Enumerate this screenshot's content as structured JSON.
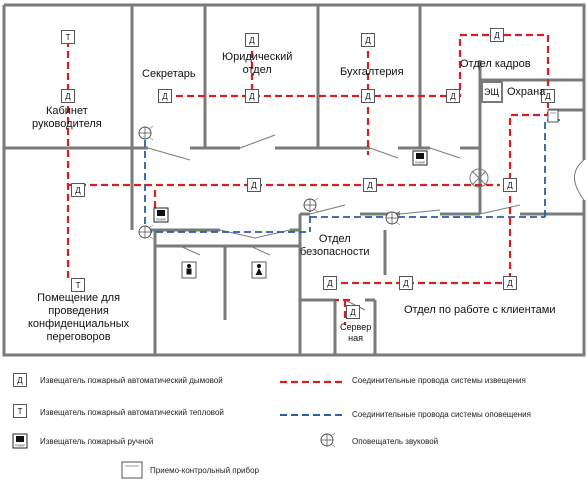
{
  "rooms": {
    "director": "Кабинет\nруководителя",
    "secretary": "Секретарь",
    "legal": "Юридический\nотдел",
    "accounting": "Бухгалтерия",
    "hr": "Отдел кадров",
    "panel": "ЭЩ",
    "guard": "Охрана",
    "security": "Отдел\nбезопасности",
    "confidential": "Помещение для\nпроведения\nконфиденциальных\nпереговоров",
    "clients": "Отдел по работе с клиентами",
    "server": "Сервер\nная"
  },
  "symbols": {
    "smoke_letter": "Д",
    "heat_letter": "Т",
    "manual_caption": "ПОЖАР"
  },
  "legend": {
    "smoke": "Извещатель пожарный автоматический дымовой",
    "heat": "Извещатель пожарный автоматический тепловой",
    "manual": "Извещатель пожарный ручной",
    "panel": "Приемо-контрольный прибор",
    "alarm_wires": "Соединительные провода системы извещения",
    "notify_wires": "Соединительные провода системы оповещения",
    "sounder": "Оповещатель звуковой"
  },
  "colors": {
    "alarm_wire": "#d42020",
    "notify_wire": "#2a5ea8",
    "wall": "#7a7a7a"
  }
}
